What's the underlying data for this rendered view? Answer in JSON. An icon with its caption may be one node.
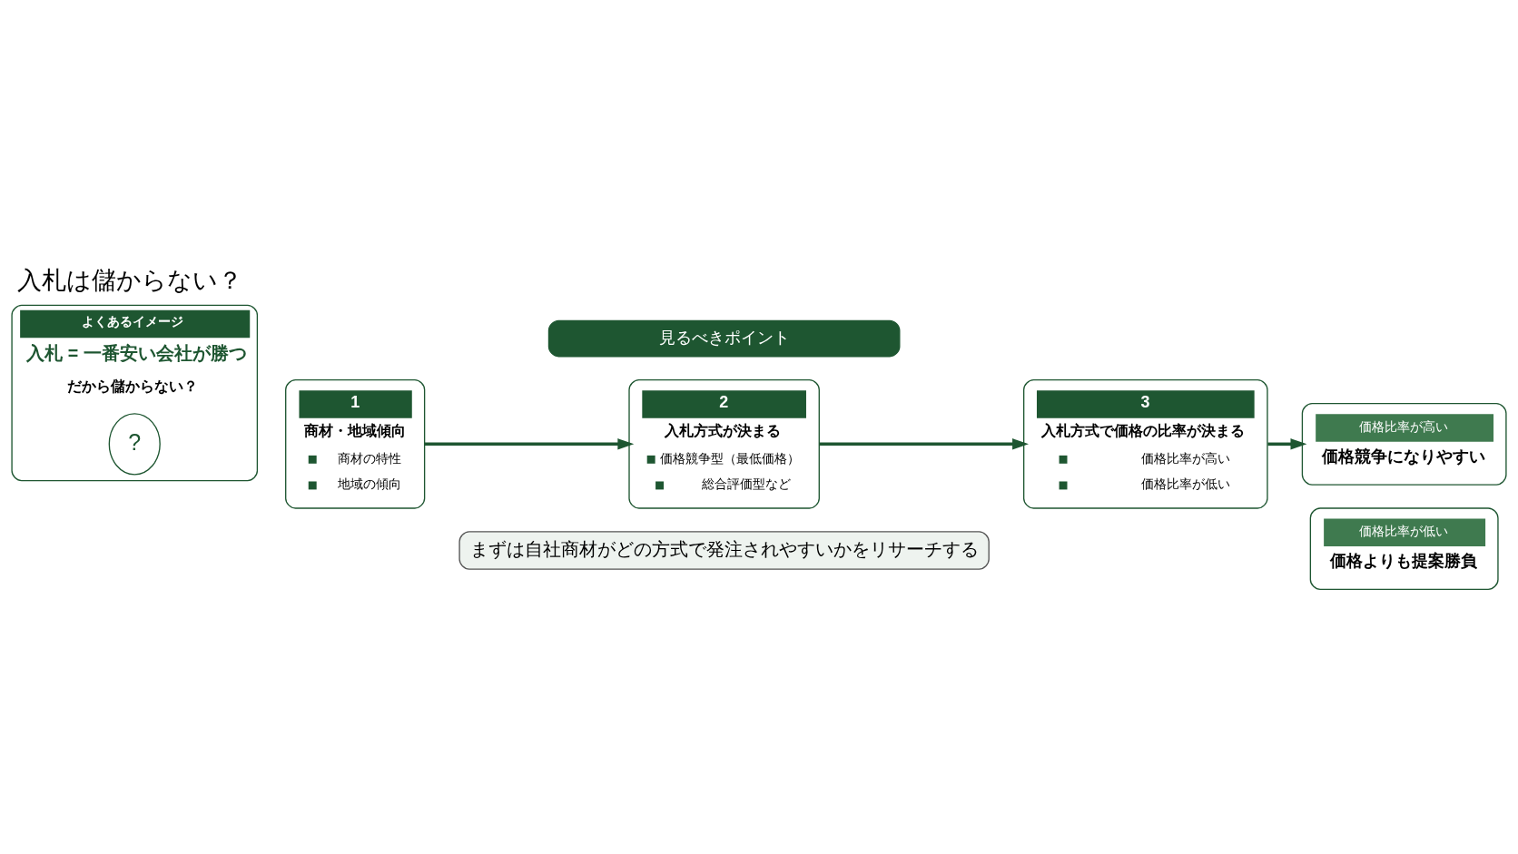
{
  "diagram": {
    "title": "入札は儲からない？",
    "nodes": [
      {
        "text": [
          "よくあるイメージ",
          "入札 = 一番安い会社が勝つ",
          "だから儲からない？"
        ]
      },
      {
        "text": [
          "?"
        ],
        "in": 0
      },
      {
        "text": [
          "見るべきポイント"
        ]
      },
      {
        "text": [
          "1",
          "商材・地域傾向",
          "商材の特性",
          "地域の傾向"
        ]
      },
      {
        "text": [
          "2",
          "入札方式が決まる",
          "価格競争型（最低価格）",
          "総合評価型など"
        ]
      },
      {
        "text": [
          "3",
          "入札方式で価格の比率が決まる",
          "価格比率が高い",
          "価格比率が低い"
        ]
      },
      {
        "text": [
          "価格比率が高い",
          "価格競争になりやすい"
        ]
      },
      {
        "text": [
          "価格比率が低い",
          "価格よりも提案勝負"
        ]
      },
      {
        "text": [
          "まずは自社商材がどの方式で発注されやすいかをリサーチする"
        ]
      }
    ],
    "edges": [
      {
        "from": 3,
        "to": 4,
        "arrow": "to"
      },
      {
        "from": 4,
        "to": 5,
        "arrow": "to"
      },
      {
        "from": 5,
        "to": 6,
        "arrow": "to"
      }
    ]
  }
}
